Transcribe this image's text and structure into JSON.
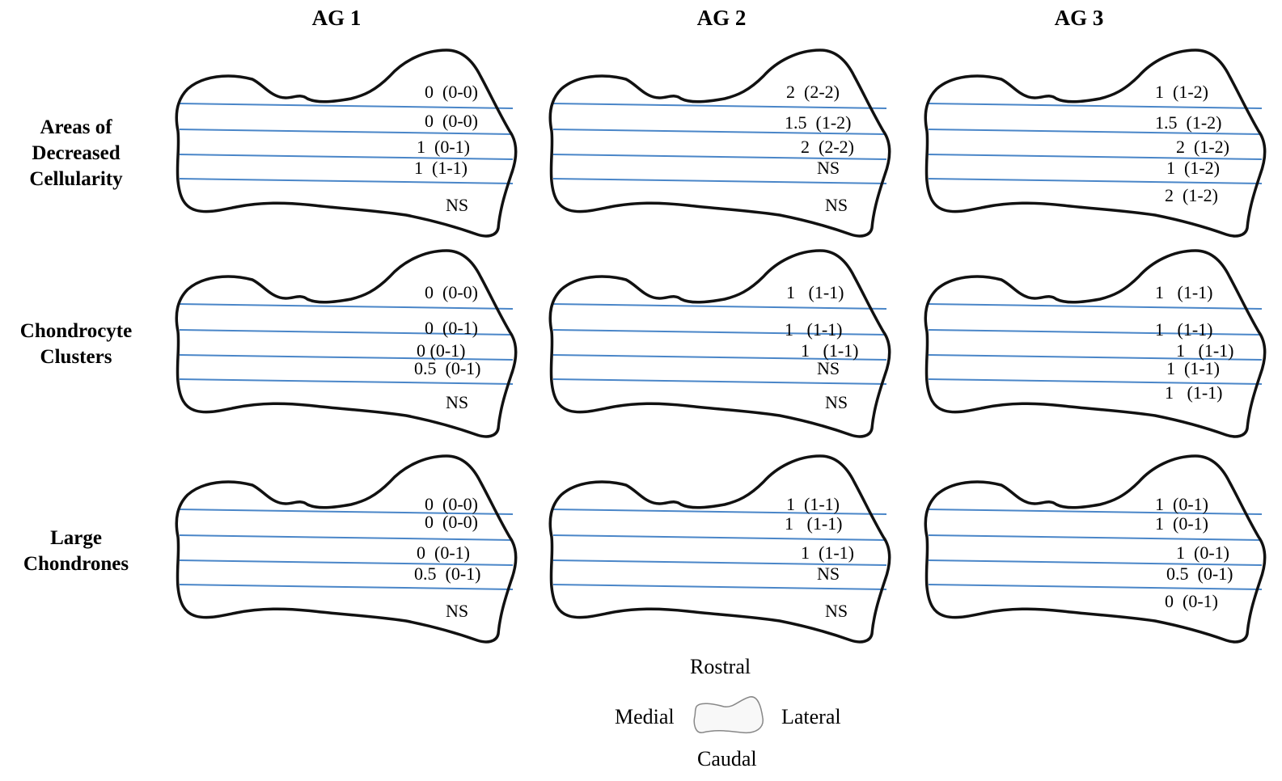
{
  "columns": [
    "AG 1",
    "AG 2",
    "AG 3"
  ],
  "rows": [
    {
      "label_lines": [
        "Areas of",
        "Decreased",
        "Cellularity"
      ],
      "cells": [
        [
          "0  (0-0)",
          "0  (0-0)",
          "1  (0-1)",
          "1  (1-1)",
          "NS"
        ],
        [
          "2  (2-2)",
          "1.5  (1-2)",
          "2  (2-2)",
          "NS",
          "NS"
        ],
        [
          "1  (1-2)",
          "1.5  (1-2)",
          "2  (1-2)",
          "1  (1-2)",
          "2  (1-2)"
        ]
      ]
    },
    {
      "label_lines": [
        "Chondrocyte",
        "Clusters"
      ],
      "cells": [
        [
          "0  (0-0)",
          "0  (0-1)",
          "0 (0-1)",
          "0.5  (0-1)",
          "NS"
        ],
        [
          "1   (1-1)",
          "1   (1-1)",
          "1   (1-1)",
          "NS",
          "NS"
        ],
        [
          "1   (1-1)",
          "1   (1-1)",
          "1   (1-1)",
          "1  (1-1)",
          "1   (1-1)"
        ]
      ]
    },
    {
      "label_lines": [
        "Large",
        "Chondrones"
      ],
      "cells": [
        [
          "0  (0-0)",
          "0  (0-0)",
          "0  (0-1)",
          "0.5  (0-1)",
          "NS"
        ],
        [
          "1  (1-1)",
          "1   (1-1)",
          "1  (1-1)",
          "NS",
          "NS"
        ],
        [
          "1  (0-1)",
          "1  (0-1)",
          "1  (0-1)",
          "0.5  (0-1)",
          "0  (0-1)"
        ]
      ]
    }
  ],
  "orientation_legend": {
    "top": "Rostral",
    "left": "Medial",
    "right": "Lateral",
    "bottom": "Caudal"
  },
  "colors": {
    "outline": "#111111",
    "section_lines": "#4a86c8",
    "legend_shape": "#888888"
  },
  "icons": {
    "bone_outline": "bone-outline-icon",
    "legend_shape": "bone-outline-small-icon"
  }
}
